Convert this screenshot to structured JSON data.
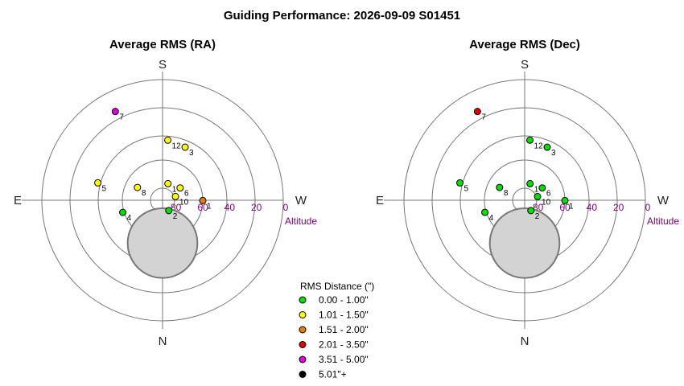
{
  "title": "Guiding Performance: 2026-09-09 S01451",
  "compass": {
    "north": "N",
    "south": "S",
    "east": "E",
    "west": "W"
  },
  "altitude_label": "Altitude",
  "legend": {
    "title": "RMS Distance (\")",
    "items": [
      {
        "label": "0.00 - 1.00\"",
        "color": "#00dd00"
      },
      {
        "label": "1.01 - 1.50\"",
        "color": "#ffff00"
      },
      {
        "label": "1.51 - 2.00\"",
        "color": "#e08000"
      },
      {
        "label": "2.01 - 3.50\"",
        "color": "#dd0000"
      },
      {
        "label": "3.51 - 5.00\"",
        "color": "#dd00dd"
      },
      {
        "label": "5.01\"+",
        "color": "#000000"
      }
    ]
  },
  "chart_data": [
    {
      "type": "scatter",
      "projection": "polar",
      "title": "Average RMS (RA)",
      "radial_axis": {
        "label": "Altitude",
        "ticks": [
          80,
          60,
          40,
          20,
          0
        ],
        "range": [
          90,
          0
        ]
      },
      "obstruction": {
        "azimuth": 0,
        "altitude": 58,
        "angular_radius": 26
      },
      "points": [
        {
          "label": "1",
          "azimuth": 270.5,
          "altitude": 60,
          "color": "#e08000"
        },
        {
          "label": "2",
          "azimuth": 329,
          "altitude": 81,
          "color": "#00dd00"
        },
        {
          "label": "3",
          "azimuth": 203,
          "altitude": 47,
          "color": "#ffff00"
        },
        {
          "label": "4",
          "azimuth": 73,
          "altitude": 59,
          "color": "#00dd00"
        },
        {
          "label": "5",
          "azimuth": 105,
          "altitude": 40,
          "color": "#ffff00"
        },
        {
          "label": "1",
          "azimuth": 198,
          "altitude": 77,
          "color": "#ffff00"
        },
        {
          "label": "6",
          "azimuth": 235,
          "altitude": 74,
          "color": "#ffff00"
        },
        {
          "label": "8",
          "azimuth": 117,
          "altitude": 69,
          "color": "#ffff00"
        },
        {
          "label": "10",
          "azimuth": 254,
          "altitude": 80,
          "color": "#ffff00"
        },
        {
          "label": "12",
          "azimuth": 185,
          "altitude": 45,
          "color": "#ffff00"
        },
        {
          "label": "7",
          "azimuth": 152,
          "altitude": 15,
          "color": "#dd00dd"
        }
      ]
    },
    {
      "type": "scatter",
      "projection": "polar",
      "title": "Average RMS (Dec)",
      "radial_axis": {
        "label": "Altitude",
        "ticks": [
          80,
          60,
          40,
          20,
          0
        ],
        "range": [
          90,
          0
        ]
      },
      "obstruction": {
        "azimuth": 0,
        "altitude": 58,
        "angular_radius": 26
      },
      "points": [
        {
          "label": "1",
          "azimuth": 270.5,
          "altitude": 60,
          "color": "#00dd00"
        },
        {
          "label": "2",
          "azimuth": 329,
          "altitude": 81,
          "color": "#00dd00"
        },
        {
          "label": "3",
          "azimuth": 203,
          "altitude": 47,
          "color": "#00dd00"
        },
        {
          "label": "4",
          "azimuth": 73,
          "altitude": 59,
          "color": "#00dd00"
        },
        {
          "label": "5",
          "azimuth": 105,
          "altitude": 40,
          "color": "#00dd00"
        },
        {
          "label": "1",
          "azimuth": 198,
          "altitude": 77,
          "color": "#00dd00"
        },
        {
          "label": "6",
          "azimuth": 235,
          "altitude": 74,
          "color": "#00dd00"
        },
        {
          "label": "8",
          "azimuth": 117,
          "altitude": 69,
          "color": "#00dd00"
        },
        {
          "label": "10",
          "azimuth": 254,
          "altitude": 80,
          "color": "#00dd00"
        },
        {
          "label": "12",
          "azimuth": 185,
          "altitude": 45,
          "color": "#00dd00"
        },
        {
          "label": "7",
          "azimuth": 152,
          "altitude": 15,
          "color": "#dd0000"
        }
      ]
    }
  ]
}
